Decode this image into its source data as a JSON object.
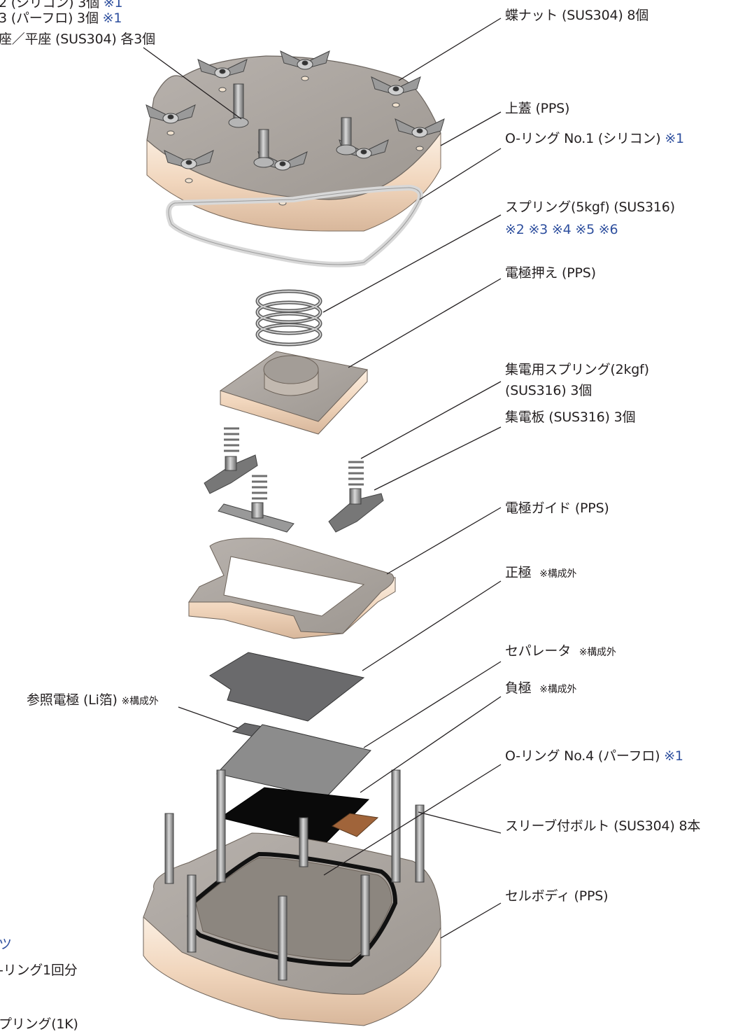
{
  "labels": {
    "left_top_1": "2 (シリコン) 3個",
    "left_top_1_ref": "※1",
    "left_top_2": "3 (パーフロ) 3個",
    "left_top_2_ref": "※1",
    "left_top_3": "座／平座 (SUS304) 各3個",
    "wing_nut": "蝶ナット (SUS304) 8個",
    "top_lid": "上蓋 (PPS)",
    "oring1": "O-リング No.1 (シリコン)",
    "oring1_ref": "※1",
    "spring5": "スプリング(5kgf) (SUS316)",
    "spring5_refs": "※2 ※3 ※4 ※5 ※6",
    "electrode_press": "電極押え (PPS)",
    "collector_spring_1": "集電用スプリング(2kgf)",
    "collector_spring_2": "(SUS316) 3個",
    "collector_plate": "集電板 (SUS316) 3個",
    "electrode_guide": "電極ガイド (PPS)",
    "cathode": "正極",
    "cathode_note": "※構成外",
    "separator": "セパレータ",
    "separator_note": "※構成外",
    "anode": "負極",
    "anode_note": "※構成外",
    "reference_electrode": "参照電極 (Li箔)",
    "reference_electrode_note": "※構成外",
    "oring4": "O-リング No.4 (パーフロ)",
    "oring4_ref": "※1",
    "sleeve_bolt": "スリーブ付ボルト (SUS304) 8本",
    "cell_body": "セルボディ (PPS)",
    "left_bottom_1": "ツ",
    "left_bottom_2": "-リング1回分",
    "left_bottom_3": "プリング(1K)"
  },
  "colors": {
    "pps_face": "#f4dcc4",
    "pps_top": "#a8a39e",
    "metal": "#8e8e8e",
    "reference_blue": "#2e4f9e",
    "separator_gray": "#8c8c8c",
    "cathode_gray": "#6a6a6c",
    "anode_black": "#0a0a0a",
    "copper_tab": "#a0643a"
  }
}
